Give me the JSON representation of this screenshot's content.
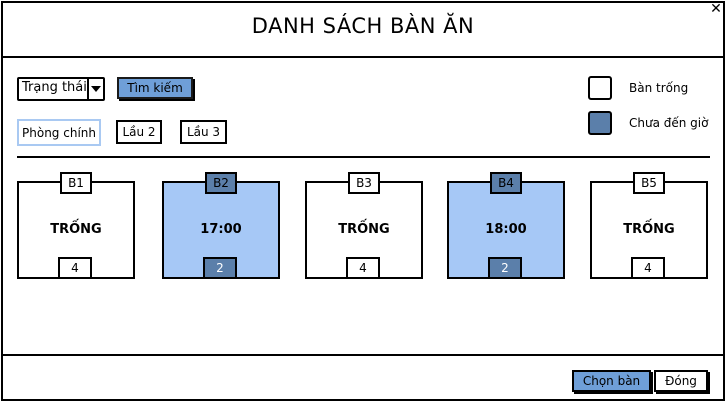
{
  "dialog": {
    "title": "DANH SÁCH BÀN ĂN",
    "close_icon": "close-icon"
  },
  "toolbar": {
    "status_select": "Trạng thái",
    "search_button": "Tìm kiếm"
  },
  "floors": [
    {
      "label": "Phòng chính",
      "selected": true
    },
    {
      "label": "Lầu 2",
      "selected": false
    },
    {
      "label": "Lầu 3",
      "selected": false
    }
  ],
  "legend": {
    "empty": "Bàn trống",
    "busy": "Chưa đến giờ"
  },
  "colors": {
    "empty": "#ffffff",
    "busy_light": "#a6c8f6",
    "busy_dark": "#5b7faa",
    "accent": "#6f9fd8"
  },
  "tables": [
    {
      "id": "B1",
      "status": "TRỐNG",
      "seats": "4",
      "busy": false
    },
    {
      "id": "B2",
      "status": "17:00",
      "seats": "2",
      "busy": true
    },
    {
      "id": "B3",
      "status": "TRỐNG",
      "seats": "4",
      "busy": false
    },
    {
      "id": "B4",
      "status": "18:00",
      "seats": "2",
      "busy": true
    },
    {
      "id": "B5",
      "status": "TRỐNG",
      "seats": "4",
      "busy": false
    }
  ],
  "footer": {
    "choose_button": "Chọn bàn",
    "close_button": "Đóng"
  }
}
